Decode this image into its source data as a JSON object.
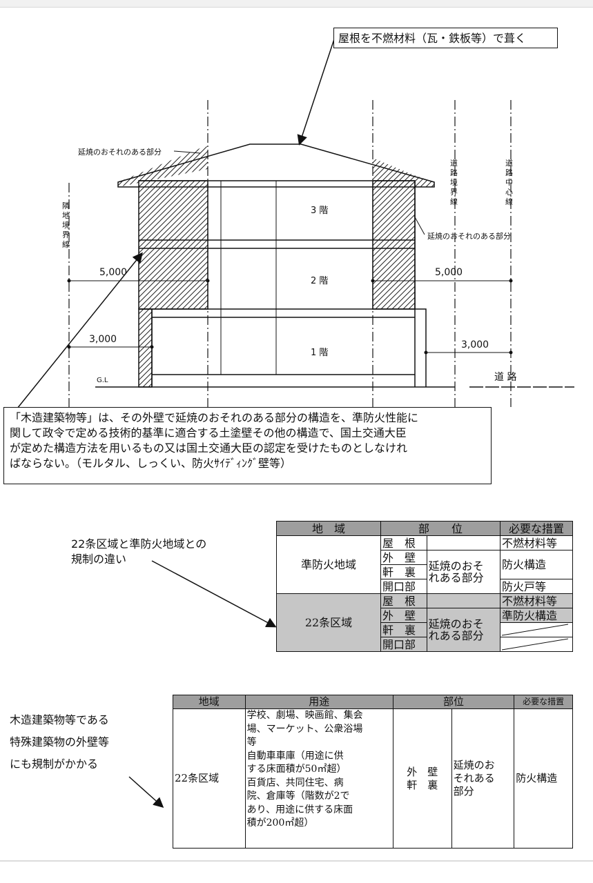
{
  "roof_note": "屋根を不燃材料（瓦・鉄板等）で葺く",
  "drawing": {
    "fire_spread_label": "延焼のおそれのある部分",
    "neighbor_line": "隣地境界線",
    "road_boundary_line": "道路境界線",
    "road_center_line": "道路中心線",
    "floor_3": "3 階",
    "floor_2": "2 階",
    "floor_1": "1 階",
    "dim_5000": "5,000",
    "dim_3000": "3,000",
    "gl": "G.L",
    "road": "道 路"
  },
  "main_note": "「木造建築物等」は、その外壁で延焼のおそれのある部分の構造を、準防火性能に\n関して政令で定める技術的基準に適合する土塗壁その他の構造で、国土交通大臣\nが定めた構造方法を用いるもの又は国土交通大臣の認定を受けたものとしなけれ\nばならない。（モルタル、しっくい、防火ｻｲﾃﾞｨﾝｸﾞ壁等）",
  "table1_note": "22条区域と準防火地域との\n規制の違い",
  "table1": {
    "headers": [
      "地　域",
      "部　　位",
      "必要な措置"
    ],
    "zone_a": "準防火地域",
    "zone_b": "22条区域",
    "parts": [
      "屋　根",
      "外　壁",
      "軒　裏",
      "開口部"
    ],
    "spread": "延焼のおそ\nれある部分",
    "a_measures": [
      "不燃材料等",
      "防火構造",
      "防火戸等"
    ],
    "b_measures": [
      "不燃材料等",
      "準防火構造"
    ]
  },
  "table2_note": "木造建築物等である\n特殊建築物の外壁等\nにも規制がかかる",
  "table2": {
    "headers": [
      "地域",
      "用途",
      "部位",
      "必要な措置"
    ],
    "zone": "22条区域",
    "uses": "学校、劇場、映画館、集会\n場、マーケット、公衆浴場\n等\n自動車車庫（用途に供\nする床面積が50㎡超）\n百貨店、共同住宅、病\n院、倉庫等（階数が2で\nあり、用途に供する床面\n積が200㎡超）",
    "part": "外　壁\n軒　裏",
    "spread": "延焼のお\nそれある\n部分",
    "measure": "防火構造"
  }
}
